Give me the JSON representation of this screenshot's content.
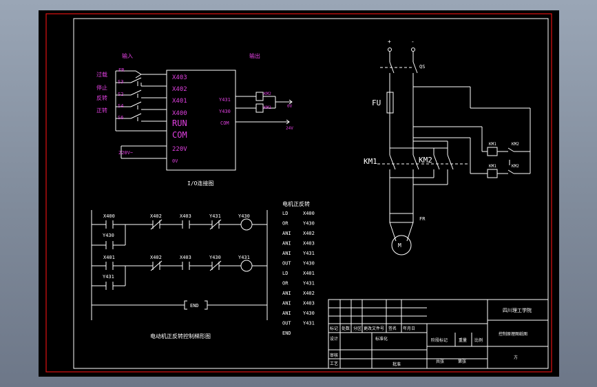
{
  "colors": {
    "canvas": "#000000",
    "border": "#e01010",
    "wire": "#ffffff",
    "io_text": "#e040e0",
    "coil_red": "#ff3030",
    "chrome": "#8d98a8"
  },
  "io_diagram": {
    "header_input": "输入",
    "header_output": "输出",
    "left_labels": [
      "过载",
      "停止",
      "反转",
      "正转"
    ],
    "switch_labels": [
      "FR",
      "S3",
      "S2",
      "S4",
      "S6"
    ],
    "plc_inputs": [
      "X403",
      "X402",
      "X401",
      "X400",
      "RUN",
      "COM",
      "220V",
      "0V"
    ],
    "plc_outputs": [
      "Y431",
      "Y430",
      "COM"
    ],
    "output_coils": [
      "KM2",
      "KM1"
    ],
    "output_rails": [
      "0V",
      "24V"
    ],
    "supply_label": "220V~",
    "caption": "I/O连接图"
  },
  "ladder": {
    "rung1_contacts": [
      "X400",
      "X402",
      "X403",
      "Y431"
    ],
    "rung1_coil": "Y430",
    "rung1_hold": "Y430",
    "rung2_contacts": [
      "X401",
      "X402",
      "X403",
      "Y430"
    ],
    "rung2_coil": "Y431",
    "rung2_hold": "Y431",
    "end_label": "END",
    "caption": "电动机正反转控制梯形图"
  },
  "program": {
    "title": "电机正反转",
    "rows": [
      [
        "LD",
        "X400"
      ],
      [
        "OR",
        "Y430"
      ],
      [
        "ANI",
        "X402"
      ],
      [
        "ANI",
        "X403"
      ],
      [
        "ANI",
        "Y431"
      ],
      [
        "OUT",
        "Y430"
      ],
      [
        "LD",
        "X401"
      ],
      [
        "OR",
        "Y431"
      ],
      [
        "ANI",
        "X402"
      ],
      [
        "ANI",
        "X403"
      ],
      [
        "ANI",
        "Y430"
      ],
      [
        "OUT",
        "Y431"
      ],
      [
        "END",
        ""
      ]
    ]
  },
  "power_circuit": {
    "plus": "+",
    "minus": "-",
    "qs": "QS",
    "fu": "FU",
    "km1": "KM1",
    "km2": "KM2",
    "fr": "FR",
    "motor": "M",
    "aux": [
      "KM1",
      "KM2",
      "KM1",
      "KM2"
    ]
  },
  "title_block": {
    "school": "四川理工学院",
    "drawing_name": "控制原理图纸图",
    "row1": [
      "标记",
      "处数",
      "分区",
      "更改文件号",
      "签名",
      "年月日"
    ],
    "row2_left": [
      "设计",
      "标准化"
    ],
    "row2_mid": [
      "阶段标记",
      "重量",
      "比例"
    ],
    "row3_left": [
      "审核"
    ],
    "row4_left": [
      "工艺",
      "批准"
    ],
    "sheets": [
      "共张",
      "第张"
    ],
    "unit_cell": "方"
  }
}
